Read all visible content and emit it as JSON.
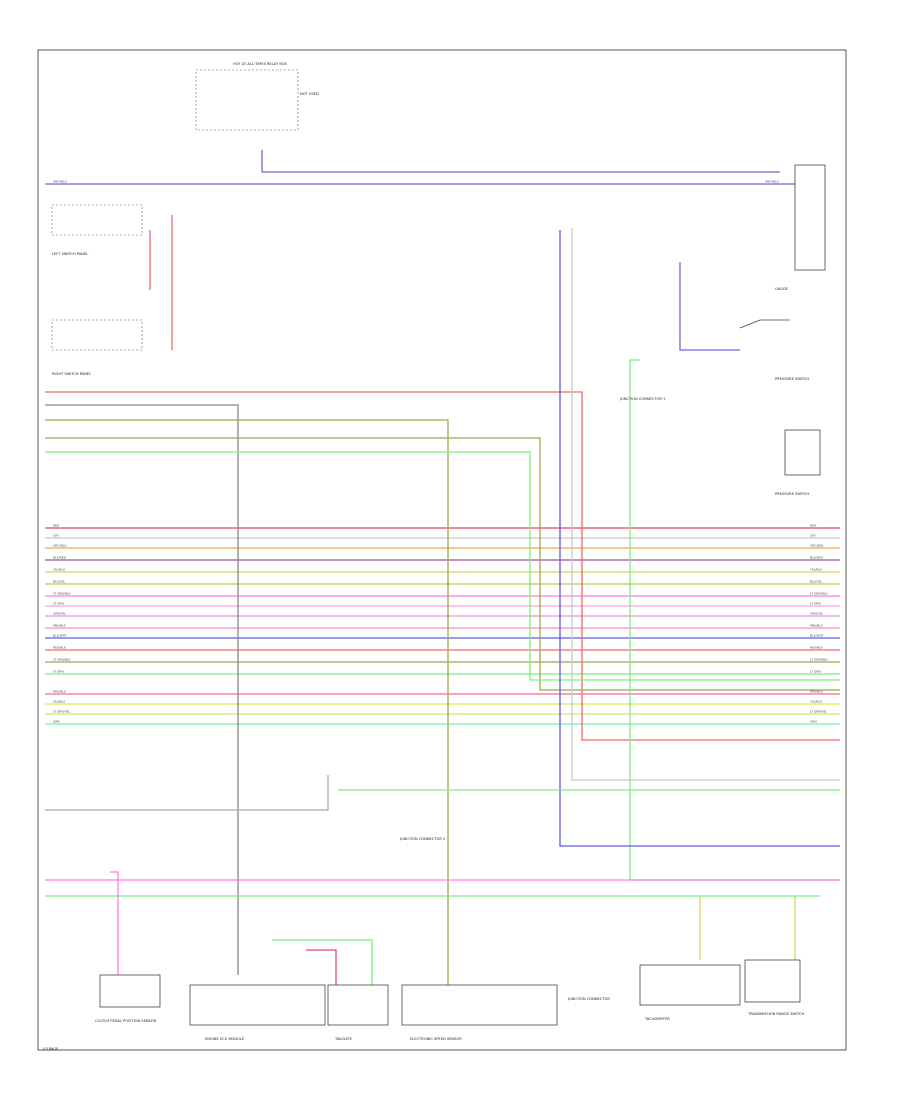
{
  "page_number": "1/3 PAGE",
  "wires": [
    {
      "color": "#6b6bd6",
      "label": "WHT/BLU"
    },
    {
      "color": "#e8455f",
      "label": "RED"
    },
    {
      "color": "#c8c8c8",
      "label": "GRY"
    },
    {
      "color": "#f2a64a",
      "label": "ORG/BLK"
    },
    {
      "color": "#9b4e9b",
      "label": "BLK/RED"
    },
    {
      "color": "#ddd45a",
      "label": "YEL/BLK"
    },
    {
      "color": "#b8cc4f",
      "label": "BLU/YEL"
    },
    {
      "color": "#ff7ce0",
      "label": "LT GRN/BLK"
    },
    {
      "color": "#ff9fd6",
      "label": "LT GRN"
    },
    {
      "color": "#d69fd6",
      "label": "GRN/YEL"
    },
    {
      "color": "#ff8fb0",
      "label": "PNK/BLK"
    },
    {
      "color": "#5c5ce0",
      "label": "BLK/WHT"
    },
    {
      "color": "#f26a6a",
      "label": "RED/BLK"
    },
    {
      "color": "#a5a54e",
      "label": "LT GRN/BLK"
    },
    {
      "color": "#7cf07c",
      "label": "LT GRN"
    },
    {
      "color": "#f26a9b",
      "label": "RED/BLU"
    },
    {
      "color": "#e5e55a",
      "label": "YEL/BLU"
    },
    {
      "color": "#cde37c",
      "label": "LT GRN/YEL"
    },
    {
      "color": "#7cf0a5",
      "label": "GRN"
    }
  ],
  "components": {
    "relay_box": {
      "name": "HOT AT ALL TIMES RELAY BOX"
    },
    "hot_note": {
      "name": "NOT USED"
    },
    "left_conn_top": {
      "name": "LEFT SWITCH PANEL"
    },
    "left_conn_bottom": {
      "name": "RIGHT SWITCH PANEL"
    },
    "junction": {
      "name": "JUNCTION CONNECTOR 1"
    },
    "pressure_sw_1": {
      "name": "PRESSURE SWITCH"
    },
    "pressure_sw_2": {
      "name": "PRESSURE SWITCH"
    },
    "right_conn_top": {
      "name": "GAUGE"
    },
    "junction_2": {
      "name": "JUNCTION CONNECTOR 2"
    },
    "b1": {
      "name": "CLUTCH PEDAL POSITION SENSOR"
    },
    "b2": {
      "name": "ENGINE ECU MODULE"
    },
    "b3": {
      "name": "TAILGATE"
    },
    "b4": {
      "name": "ELECTRONIC SPEED SENSOR"
    },
    "b5": {
      "name": "JUNCTION CONNECTOR"
    },
    "b6": {
      "name": "TACHOMETER"
    },
    "b7": {
      "name": "TRANSMISSION RANGE SWITCH"
    }
  }
}
